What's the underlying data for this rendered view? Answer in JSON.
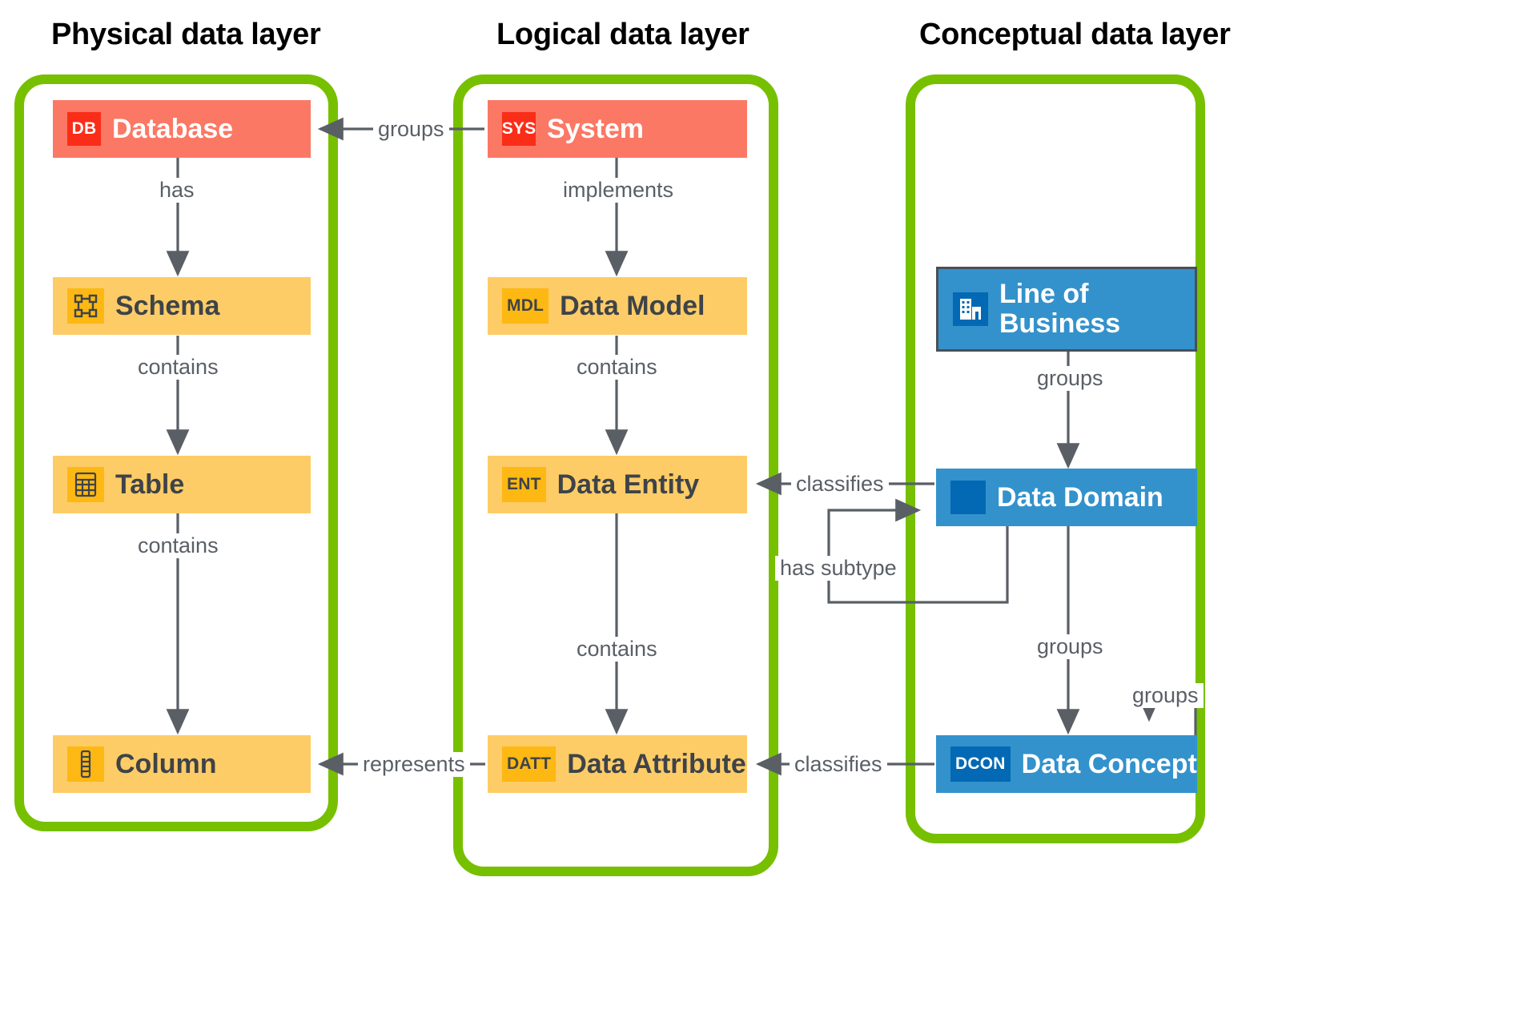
{
  "diagram": {
    "title_context": "Data layers relationship diagram",
    "layers": [
      {
        "id": "physical",
        "title": "Physical data layer",
        "accent": "#76c000",
        "nodes": [
          {
            "id": "database",
            "label": "Database",
            "badge": "DB",
            "icon": "database-icon",
            "color": "#fb7865",
            "badge_color": "#fa2d18",
            "kind": "red"
          },
          {
            "id": "schema",
            "label": "Schema",
            "badge": "",
            "icon": "schema-nodes-icon",
            "color": "#fecc66",
            "badge_color": "#fdb813",
            "kind": "orange"
          },
          {
            "id": "table",
            "label": "Table",
            "badge": "",
            "icon": "table-grid-icon",
            "color": "#fecc66",
            "badge_color": "#fdb813",
            "kind": "orange"
          },
          {
            "id": "column",
            "label": "Column",
            "badge": "",
            "icon": "column-icon",
            "color": "#fecc66",
            "badge_color": "#fdb813",
            "kind": "orange"
          }
        ]
      },
      {
        "id": "logical",
        "title": "Logical data layer",
        "accent": "#76c000",
        "nodes": [
          {
            "id": "system",
            "label": "System",
            "badge": "SYS",
            "icon": "system-badge-icon",
            "color": "#fb7865",
            "badge_color": "#fa2d18",
            "kind": "red"
          },
          {
            "id": "data-model",
            "label": "Data Model",
            "badge": "MDL",
            "icon": "model-badge-icon",
            "color": "#fecc66",
            "badge_color": "#fdb813",
            "kind": "orange"
          },
          {
            "id": "data-entity",
            "label": "Data Entity",
            "badge": "ENT",
            "icon": "entity-badge-icon",
            "color": "#fecc66",
            "badge_color": "#fdb813",
            "kind": "orange"
          },
          {
            "id": "data-attribute",
            "label": "Data Attribute",
            "badge": "DATT",
            "icon": "attribute-badge-icon",
            "color": "#fecc66",
            "badge_color": "#fdb813",
            "kind": "orange"
          }
        ]
      },
      {
        "id": "conceptual",
        "title": "Conceptual data layer",
        "accent": "#76c000",
        "nodes": [
          {
            "id": "line-of-business",
            "label": "Line of Business",
            "badge": "",
            "icon": "building-icon",
            "color": "#3392cc",
            "badge_color": "#0369b4",
            "kind": "blue"
          },
          {
            "id": "data-domain",
            "label": "Data Domain",
            "badge": "",
            "icon": "domain-square-icon",
            "color": "#3392cc",
            "badge_color": "#0369b4",
            "kind": "blue"
          },
          {
            "id": "data-concept",
            "label": "Data Concept",
            "badge": "DCON",
            "icon": "concept-badge-icon",
            "color": "#3392cc",
            "badge_color": "#0369b4",
            "kind": "blue"
          }
        ]
      }
    ],
    "edges": [
      {
        "id": "system-groups-database",
        "label": "groups",
        "from": "system",
        "to": "database"
      },
      {
        "id": "database-has-schema",
        "label": "has",
        "from": "database",
        "to": "schema"
      },
      {
        "id": "schema-contains-table",
        "label": "contains",
        "from": "schema",
        "to": "table"
      },
      {
        "id": "table-contains-column",
        "label": "contains",
        "from": "table",
        "to": "column"
      },
      {
        "id": "system-implements-data-model",
        "label": "implements",
        "from": "system",
        "to": "data-model"
      },
      {
        "id": "data-model-contains-data-entity",
        "label": "contains",
        "from": "data-model",
        "to": "data-entity"
      },
      {
        "id": "data-entity-contains-data-attribute",
        "label": "contains",
        "from": "data-entity",
        "to": "data-attribute"
      },
      {
        "id": "data-attribute-represents-column",
        "label": "represents",
        "from": "data-attribute",
        "to": "column"
      },
      {
        "id": "data-domain-classifies-data-entity",
        "label": "classifies",
        "from": "data-domain",
        "to": "data-entity"
      },
      {
        "id": "data-domain-has-subtype",
        "label": "has subtype",
        "from": "data-domain",
        "to": "data-domain"
      },
      {
        "id": "line-of-business-groups-data-domain",
        "label": "groups",
        "from": "line-of-business",
        "to": "data-domain"
      },
      {
        "id": "data-domain-groups-data-concept",
        "label": "groups",
        "from": "data-domain",
        "to": "data-concept"
      },
      {
        "id": "data-concept-groups-data-concept",
        "label": "groups",
        "from": "data-concept",
        "to": "data-concept"
      },
      {
        "id": "data-concept-classifies-data-attribute",
        "label": "classifies",
        "from": "data-concept",
        "to": "data-attribute"
      }
    ],
    "colors": {
      "layer_border": "#76c000",
      "red_node": "#fb7865",
      "red_badge": "#fa2d18",
      "orange_node": "#fecc66",
      "orange_badge": "#fdb813",
      "blue_node": "#3392cc",
      "blue_badge": "#0369b4",
      "edge_line": "#5a5f66",
      "text_dark": "#3e4349",
      "text_light": "#ffffff"
    }
  }
}
